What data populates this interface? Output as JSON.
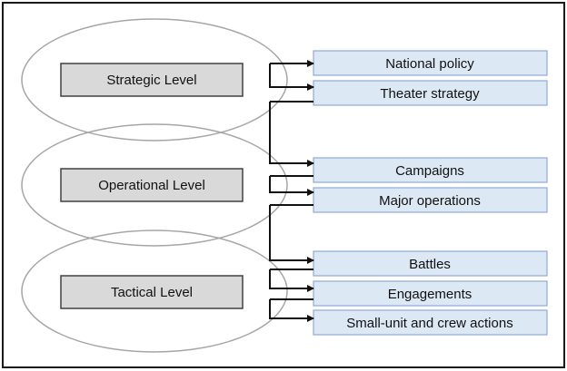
{
  "levels": [
    {
      "label": "Strategic Level"
    },
    {
      "label": "Operational Level"
    },
    {
      "label": "Tactical Level"
    }
  ],
  "items": [
    {
      "label": "National policy"
    },
    {
      "label": "Theater strategy"
    },
    {
      "label": "Campaigns"
    },
    {
      "label": "Major operations"
    },
    {
      "label": "Battles"
    },
    {
      "label": "Engagements"
    },
    {
      "label": "Small-unit and crew actions"
    }
  ]
}
